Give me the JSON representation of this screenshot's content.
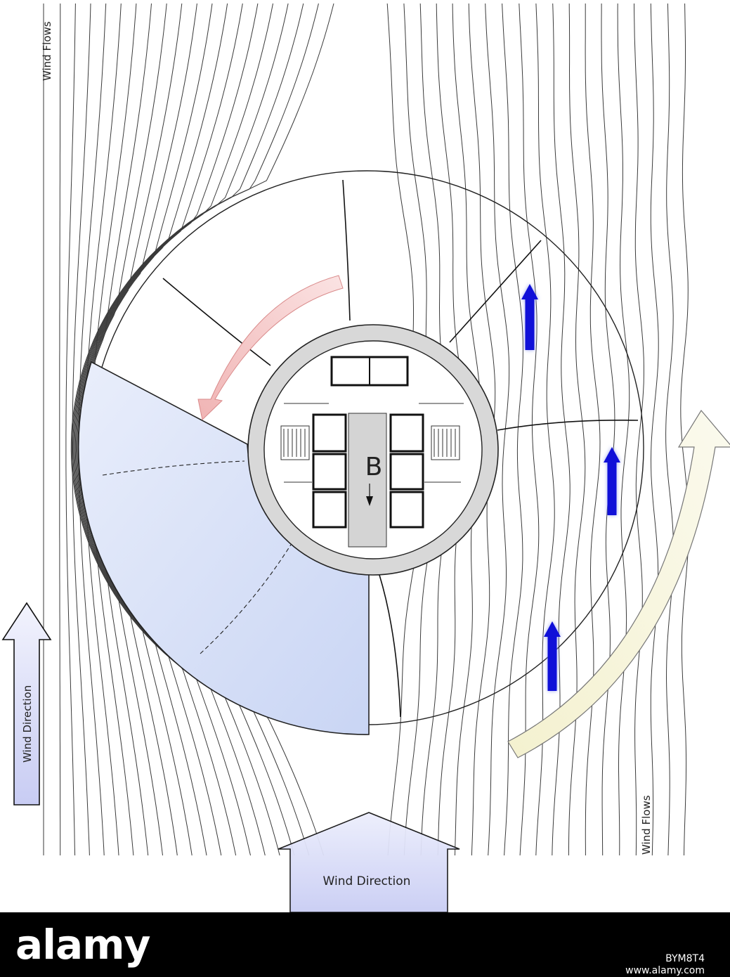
{
  "labels": {
    "wind_flows_top": "Wind Flows",
    "wind_flows_right": "Wind Flows",
    "wind_direction_left": "Wind Direction",
    "wind_direction_bottom": "Wind Direction",
    "core_letter": "B"
  },
  "footer": {
    "logo": "alamy",
    "image_id": "BYM8T4",
    "url": "www.alamy.com"
  },
  "colors": {
    "flow_line": "#333333",
    "blue_arrow": "#1010d8",
    "pink_arrow": "#f3c6c6",
    "yellow_arrow": "#f8f6dc",
    "wedge_fill": "#d8e2f7",
    "wind_arrow_fill": "#dadcf7",
    "core_ring": "#d6d6d6",
    "footer_bg": "#000000"
  }
}
